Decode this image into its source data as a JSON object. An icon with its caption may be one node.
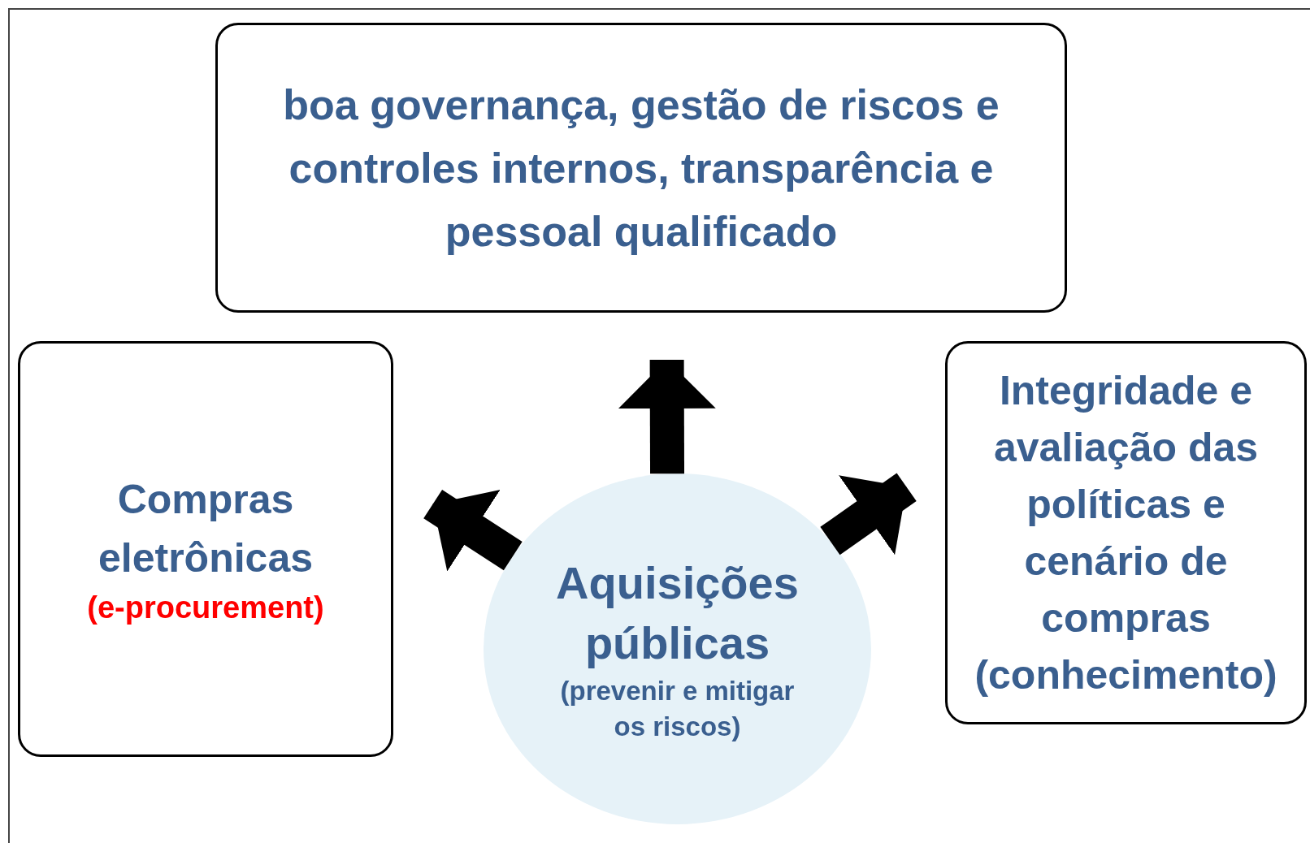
{
  "diagram": {
    "nodes": [
      {
        "text": [
          "boa governança, gestão de riscos e controles internos, transparência e pessoal qualificado"
        ]
      },
      {
        "text": [
          "Compras eletrônicas",
          "(e-procurement)"
        ]
      },
      {
        "text": [
          "Integridade e avaliação das políticas e cenário de compras (conhecimento)"
        ]
      },
      {
        "text": [
          "Aquisições públicas",
          "(prevenir e mitigar os riscos)"
        ]
      }
    ],
    "edges": [
      {
        "from": 3,
        "to": 0,
        "arrow": "to"
      },
      {
        "from": 3,
        "to": 1,
        "arrow": "to"
      },
      {
        "from": 3,
        "to": 2,
        "arrow": "to"
      }
    ]
  }
}
